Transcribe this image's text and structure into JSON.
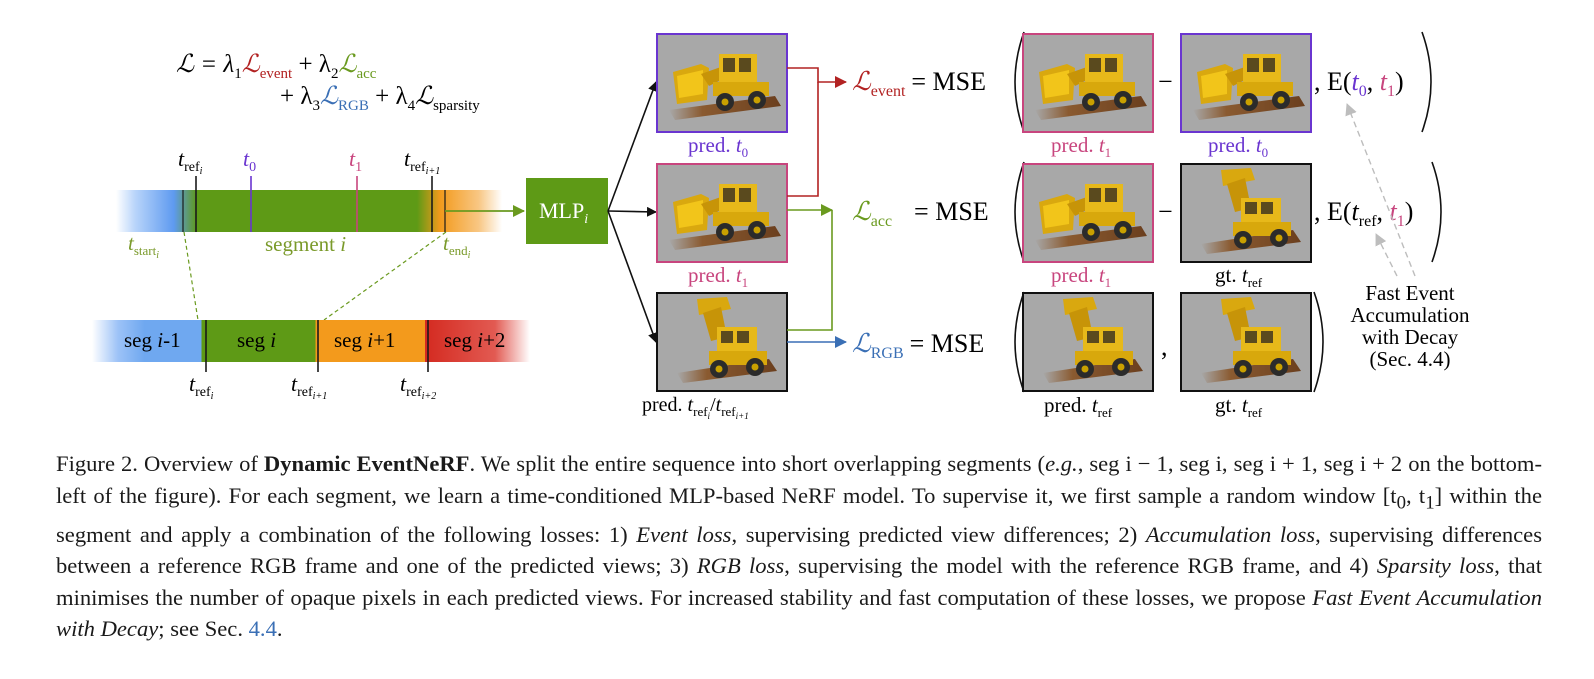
{
  "formula": {
    "line1": {
      "lhs": "ℒ = λ",
      "sub1": "1",
      "t1": "ℒ",
      "t1sub": "event",
      "plus2": " + λ",
      "sub2": "2",
      "t2": "ℒ",
      "t2sub": "acc"
    },
    "line2": {
      "plus3": "+ λ",
      "sub3": "3",
      "t3": "ℒ",
      "t3sub": "RGB",
      "plus4": " + λ",
      "sub4": "4",
      "t4": "ℒ",
      "t4sub": "sparsity"
    }
  },
  "timeline": {
    "t_ref_i": "t",
    "t_ref_i_sub": "ref",
    "t_ref_i_subsub": "i",
    "t0": "t",
    "t0_sub": "0",
    "t1": "t",
    "t1_sub": "1",
    "t_ref_i1": "t",
    "t_ref_i1_sub": "ref",
    "t_ref_i1_subsub": "i+1",
    "segment_label": "segment",
    "segment_var": "i",
    "t_start": "t",
    "t_start_sub": "start",
    "t_start_subsub": "i",
    "t_end": "t",
    "t_end_sub": "end",
    "t_end_subsub": "i"
  },
  "bottom_segments": [
    {
      "label": "seg ",
      "var": "i",
      "suffix": "-1"
    },
    {
      "label": "seg ",
      "var": "i",
      "suffix": ""
    },
    {
      "label": "seg ",
      "var": "i",
      "suffix": "+1"
    },
    {
      "label": "seg ",
      "var": "i",
      "suffix": "+2"
    }
  ],
  "bottom_refs": [
    {
      "t": "t",
      "sub": "ref",
      "subsub": "i"
    },
    {
      "t": "t",
      "sub": "ref",
      "subsub": "i+1"
    },
    {
      "t": "t",
      "sub": "ref",
      "subsub": "i+2"
    }
  ],
  "mlp": {
    "label": "MLP",
    "sub": "i"
  },
  "predictions": [
    {
      "label": "pred. ",
      "var": "t",
      "sub": "0"
    },
    {
      "label": "pred. ",
      "var": "t",
      "sub": "1"
    },
    {
      "label": "pred. ",
      "var": "t",
      "sub": "ref",
      "subsub": "i",
      "slash": "/",
      "var2": "t",
      "sub2": "ref",
      "subsub2": "i+1"
    }
  ],
  "losses": [
    {
      "sym": "ℒ",
      "sub": "event",
      "eq": "= MSE"
    },
    {
      "sym": "ℒ",
      "sub": "acc",
      "eq": "= MSE"
    },
    {
      "sym": "ℒ",
      "sub": "RGB",
      "eq": "= MSE"
    }
  ],
  "loss_rows": [
    {
      "img1_label": "pred. ",
      "img1_var": "t",
      "img1_sub": "1",
      "op": "−",
      "img2_label": "pred. ",
      "img2_var": "t",
      "img2_sub": "0",
      "e_pre": ", E(",
      "e_a": "t",
      "e_a_sub": "0",
      "e_comma": ", ",
      "e_b": "t",
      "e_b_sub": "1",
      "e_close": ")"
    },
    {
      "img1_label": "pred. ",
      "img1_var": "t",
      "img1_sub": "1",
      "op": "−",
      "img2_label": "gt. ",
      "img2_var": "t",
      "img2_sub": "ref",
      "e_pre": ", E(",
      "e_a": "t",
      "e_a_sub": "ref",
      "e_comma": ", ",
      "e_b": "t",
      "e_b_sub": "1",
      "e_close": ")"
    },
    {
      "img1_label": "pred. ",
      "img1_var": "t",
      "img1_sub": "ref",
      "op": ",",
      "img2_label": "gt. ",
      "img2_var": "t",
      "img2_sub": "ref"
    }
  ],
  "note": {
    "line1": "Fast Event",
    "line2": "Accumulation",
    "line3": "with Decay",
    "line4": "(Sec. 4.4)"
  },
  "caption": {
    "p1": "Figure 2. Overview of ",
    "bold": "Dynamic EventNeRF",
    "p2": ". We split the entire sequence into short overlapping segments (",
    "eg": "e.g.",
    "p3": ", seg i − 1, seg i, seg i + 1, seg i + 2 on the bottom-left of the figure). For each segment, we learn a time-conditioned MLP-based NeRF model. To supervise it, we first sample a random window [t",
    "p3sub": "0",
    "p3b": ", t",
    "p3sub2": "1",
    "p4": "] within the segment and apply a combination of the following losses: 1) ",
    "i1": "Event loss",
    "p5": ", supervising predicted view differences; 2) ",
    "i2": "Accumulation loss",
    "p6": ", supervising differences between a reference RGB frame and one of the predicted views; 3) ",
    "i3": "RGB loss",
    "p7": ", supervising the model with the reference RGB frame, and 4) ",
    "i4": "Sparsity loss",
    "p8": ", that minimises the number of opaque pixels in each predicted views. For increased stability and fast computation of these losses, we propose ",
    "i5": "Fast Event Accumulation with Decay",
    "p9": "; see Sec. ",
    "link": "4.4",
    "p10": "."
  },
  "colors": {
    "event": "#b22222",
    "acc": "#6a9a1f",
    "rgb": "#3a6fb5",
    "purple": "#6a35d0",
    "pink": "#c8457e",
    "green_bar": "#5e9a16",
    "orange": "#f39a1c",
    "blue": "#6fa8f0",
    "red": "#d42a20",
    "gray_img": "#a6a6a6"
  }
}
